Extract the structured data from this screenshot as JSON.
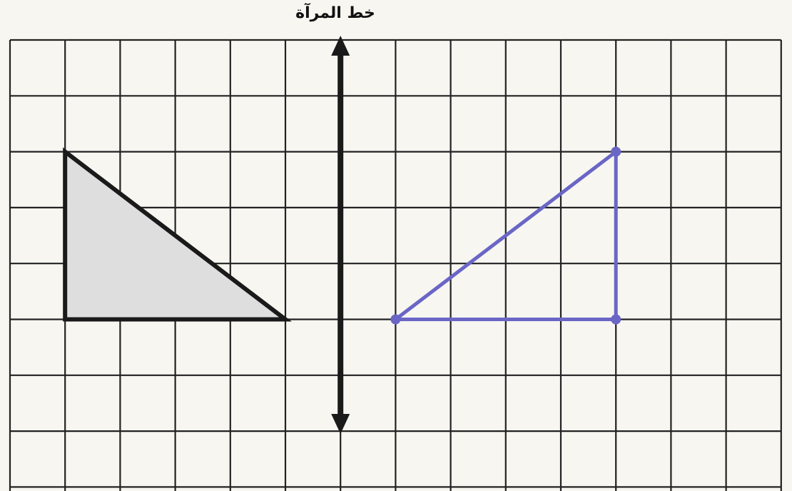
{
  "title": "خط المرآة",
  "grid": {
    "columns": 14,
    "rows": 8
  },
  "original_triangle": {
    "vertices": [
      [
        1,
        2
      ],
      [
        1,
        5
      ],
      [
        5,
        5
      ]
    ],
    "fill": "#dedede",
    "stroke": "#1a1a1a"
  },
  "mirror_line": {
    "column": 6,
    "color": "#1a1a1a"
  },
  "image_triangle": {
    "vertices": [
      [
        11,
        2
      ],
      [
        11,
        5
      ],
      [
        7,
        5
      ]
    ],
    "stroke": "#6a66c6"
  },
  "colors": {
    "grid_line": "#222222",
    "paper": "#f7f6f1"
  }
}
